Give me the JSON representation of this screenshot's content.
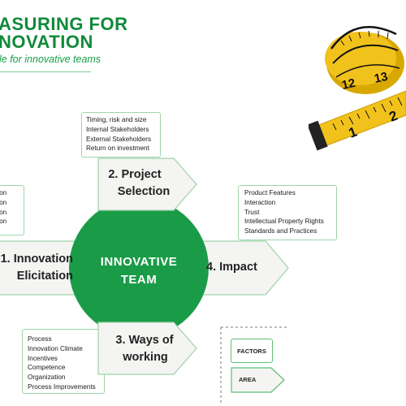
{
  "header": {
    "title_line1": "ASURING FOR",
    "title_line2": "NOVATION",
    "subtitle": "le for innovative teams"
  },
  "center": {
    "line1": "INNOVATIVE",
    "line2": "TEAM"
  },
  "stages": {
    "elicitation": {
      "line1": "1. Innovation",
      "line2": "Elicitation"
    },
    "project_selection": {
      "line1": "2. Project",
      "line2": "Selection"
    },
    "ways_of_working": {
      "line1": "3. Ways of",
      "line2": "working"
    },
    "impact": {
      "line1": "4. Impact"
    }
  },
  "lists": {
    "project_selection": [
      "Timing, risk and size",
      "Internal Stakeholders",
      "External Stakeholders",
      "Return on investment"
    ],
    "impact": [
      "Product Features",
      "Interaction",
      "Trust",
      "Intellectual Property Rights",
      "Standards and Practices"
    ],
    "ways_of_working": [
      "Process",
      "Innovation Climate",
      "Incentives",
      "Competence",
      "Organization",
      "Process Improvements"
    ],
    "elicitation": [
      "tion",
      "tion",
      "tion",
      "tion"
    ]
  },
  "legend": {
    "factors": "FACTORS",
    "area": "AREA"
  },
  "tape_numbers": [
    "12",
    "13",
    "1",
    "2"
  ],
  "colors": {
    "green": "#1a9b48",
    "title_green": "#0f8a3a",
    "box_border": "#9fd3ab",
    "arrow_fill": "#f4f4f2",
    "tape_yellow": "#f2c21c"
  }
}
